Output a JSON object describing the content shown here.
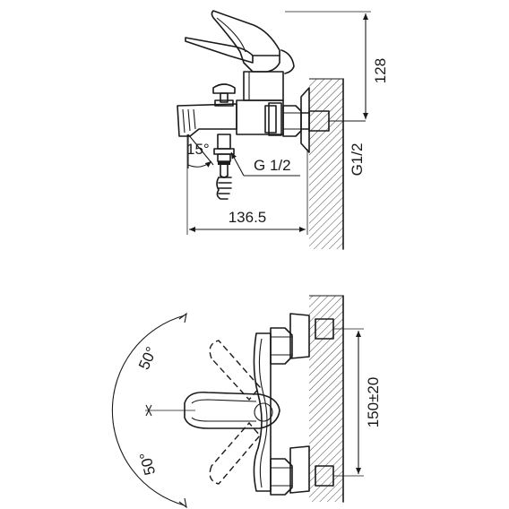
{
  "dimensions": {
    "height_top": "128",
    "overall_length": "136.5",
    "spout_angle": "15°",
    "shower_outlet_thread": "G 1/2",
    "inlet_thread": "G1/2",
    "inlet_spacing": "150±20",
    "lever_angle_up": "50°",
    "lever_angle_down": "50°"
  }
}
